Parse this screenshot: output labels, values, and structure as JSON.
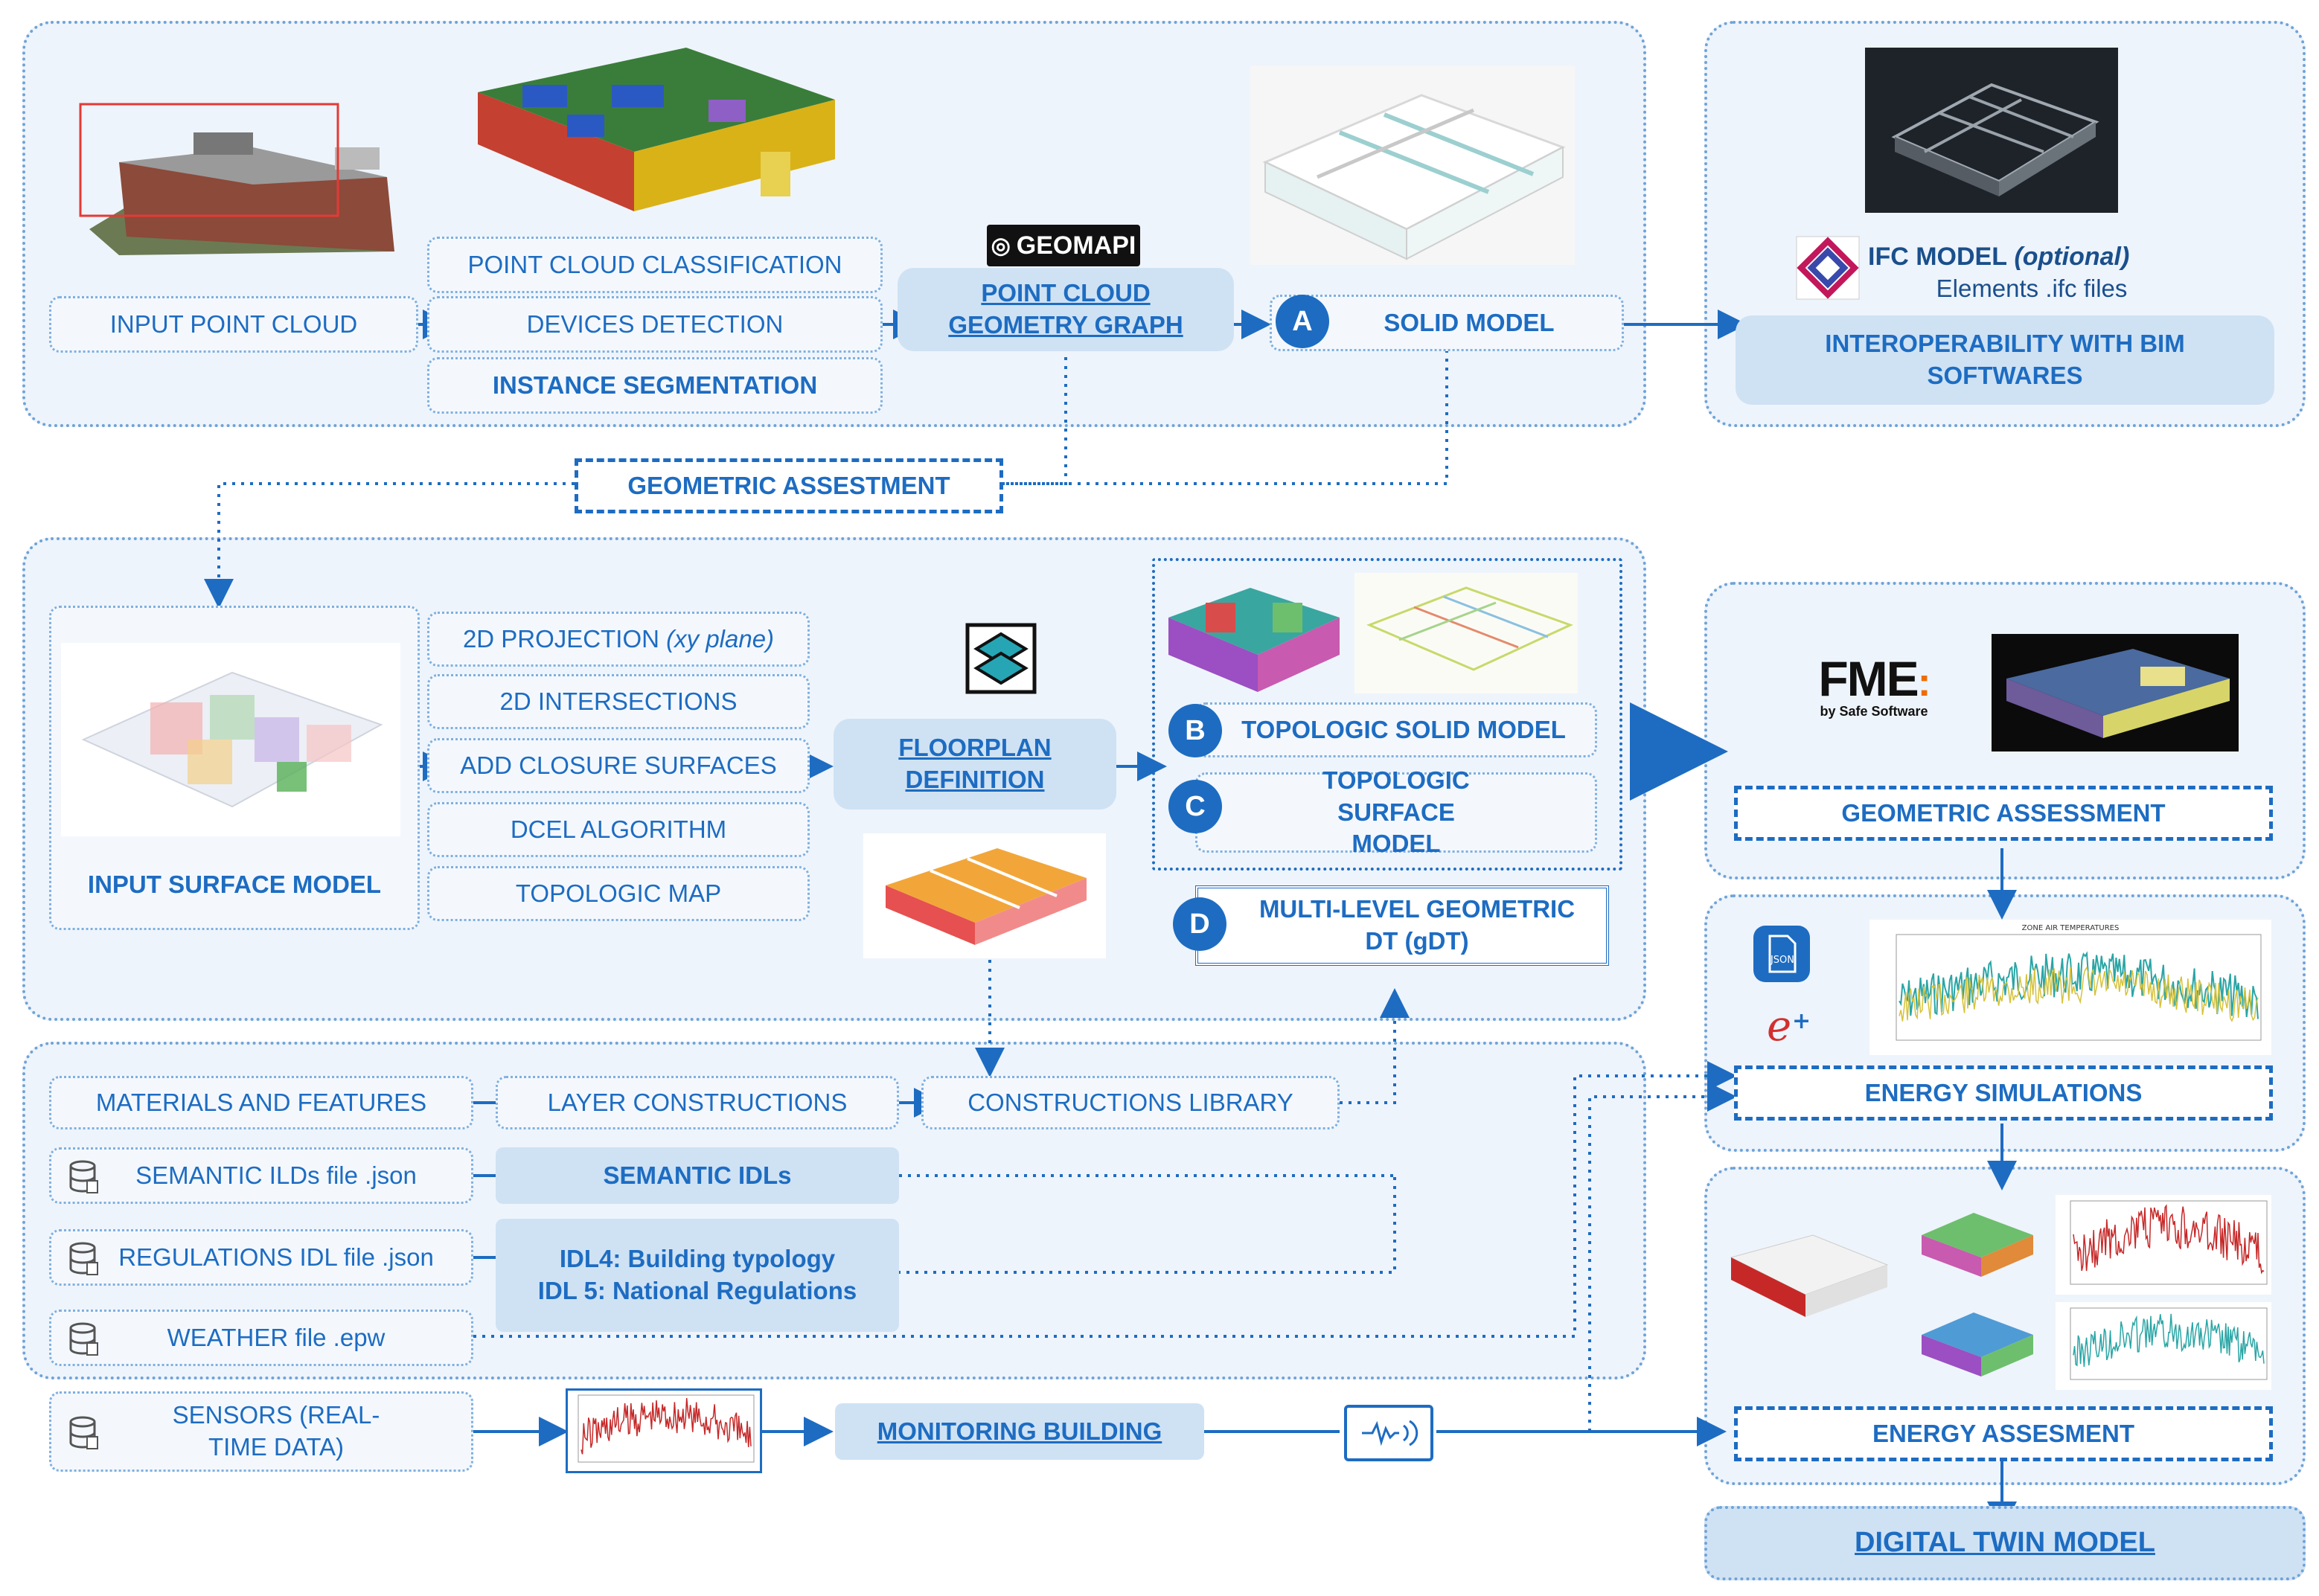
{
  "top": {
    "input_point_cloud": "INPUT POINT CLOUD",
    "point_cloud_classification": "POINT CLOUD CLASSIFICATION",
    "devices_detection": "DEVICES DETECTION",
    "instance_segmentation": "INSTANCE SEGMENTATION",
    "geomapi_logo": "GEOMAPI",
    "point_cloud_geometry_graph": "POINT CLOUD GEOMETRY GRAPH",
    "badge_a": "A",
    "solid_model": "SOLID MODEL"
  },
  "ifc": {
    "title": "IFC MODEL",
    "title_italic": "(optional)",
    "subtitle": "Elements .ifc files",
    "interoperability": "INTEROPERABILITY WITH BIM SOFTWARES"
  },
  "geometric_assessment_top": "GEOMETRIC ASSESTMENT",
  "middle": {
    "input_surface_model": "INPUT SURFACE MODEL",
    "projection_2d": "2D PROJECTION",
    "projection_2d_italic": "(xy plane)",
    "intersections_2d": "2D INTERSECTIONS",
    "add_closure_surfaces": "ADD CLOSURE SURFACES",
    "dcel_algorithm": "DCEL ALGORITHM",
    "topologic_map": "TOPOLOGIC MAP",
    "floorplan_definition": "FLOORPLAN DEFINITION",
    "badge_b": "B",
    "topologic_solid_model": "TOPOLOGIC SOLID MODEL",
    "badge_c": "C",
    "topologic_surface_model": "TOPOLOGIC SURFACE MODEL",
    "badge_d": "D",
    "multi_level_dt": "MULTI-LEVEL GEOMETRIC DT (gDT)"
  },
  "right": {
    "fme_logo": "FME",
    "fme_sub": "by Safe Software",
    "geometric_assessment": "GEOMETRIC ASSESSMENT",
    "json_icon_label": "JSON",
    "chart_title": "ZONE AIR TEMPERATURES",
    "energy_simulations": "ENERGY SIMULATIONS",
    "energy_assesment": "ENERGY ASSESMENT",
    "digital_twin_model": "DIGITAL TWIN MODEL"
  },
  "bottom": {
    "materials_and_features": "MATERIALS AND FEATURES",
    "layer_constructions": "LAYER CONSTRUCTIONS",
    "constructions_library": "CONSTRUCTIONS LIBRARY",
    "semantic_ilds_file": "SEMANTIC ILDs file .json",
    "semantic_idls": "SEMANTIC IDLs",
    "regulations_idl_file": "REGULATIONS IDL file .json",
    "idl4": "IDL4: Building typology",
    "idl5": "IDL 5: National Regulations",
    "weather_file": "WEATHER file .epw",
    "sensors": "SENSORS (REAL-TIME DATA)",
    "monitoring_building": "MONITORING BUILDING"
  },
  "colors": {
    "primary": "#1d6cc2",
    "panel_fill": "#eef4fb",
    "box_fill": "#cfe2f4",
    "dotted_border": "#6fa3d8"
  }
}
